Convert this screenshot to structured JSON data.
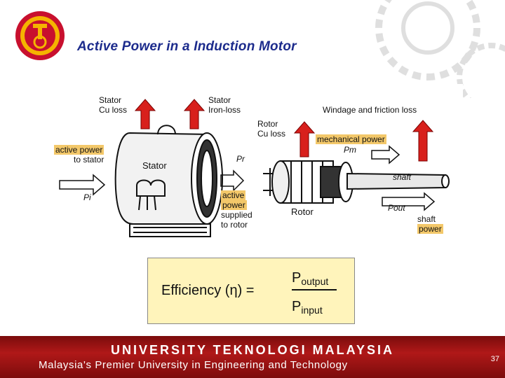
{
  "slide": {
    "title": "Active Power in a Induction Motor",
    "page_number": "37"
  },
  "diagram": {
    "labels": {
      "stator_cu_loss": "Stator\nCu loss",
      "stator_iron_loss": "Stator\nIron-loss",
      "rotor_cu_loss": "Rotor\nCu loss",
      "windage": "Windage and friction loss",
      "mech_power": "mechanical power",
      "pm": "Pm",
      "active_power_stator_a": "active power",
      "active_power_stator_b": "to stator",
      "stator": "Stator",
      "pr": "Pr",
      "pi": "Pi",
      "shaft": "shaft",
      "active_power_rotor_1": "active",
      "active_power_rotor_2": "power",
      "active_power_rotor_3": "supplied",
      "active_power_rotor_4": "to rotor",
      "rotor": "Rotor",
      "pout": "Pout",
      "shaft_power_1": "shaft",
      "shaft_power_2": "power"
    },
    "colors": {
      "arrow": "#d8201c",
      "highlight": "#f3c86a"
    }
  },
  "formula": {
    "lhs": "Efficiency (η) =",
    "num_main": "P",
    "num_sub": "output",
    "den_main": "P",
    "den_sub": "input"
  },
  "footer": {
    "university": "UNIVERSITY TEKNOLOGI MALAYSIA",
    "tagline": "Malaysia's Premier University in Engineering and Technology",
    "color": "#a01414"
  }
}
